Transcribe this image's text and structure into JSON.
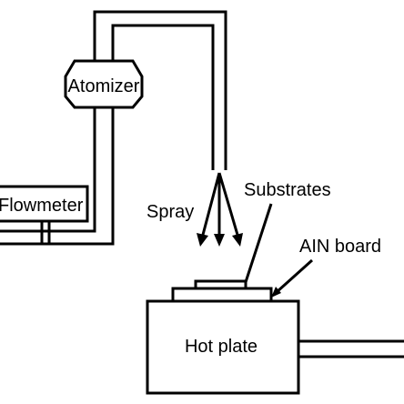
{
  "labels": {
    "atomizer": "Atomizer",
    "flowmeter": "Flowmeter",
    "spray": "Spray",
    "substrates": "Substrates",
    "ain_board": "AIN board",
    "hot_plate": "Hot plate"
  }
}
